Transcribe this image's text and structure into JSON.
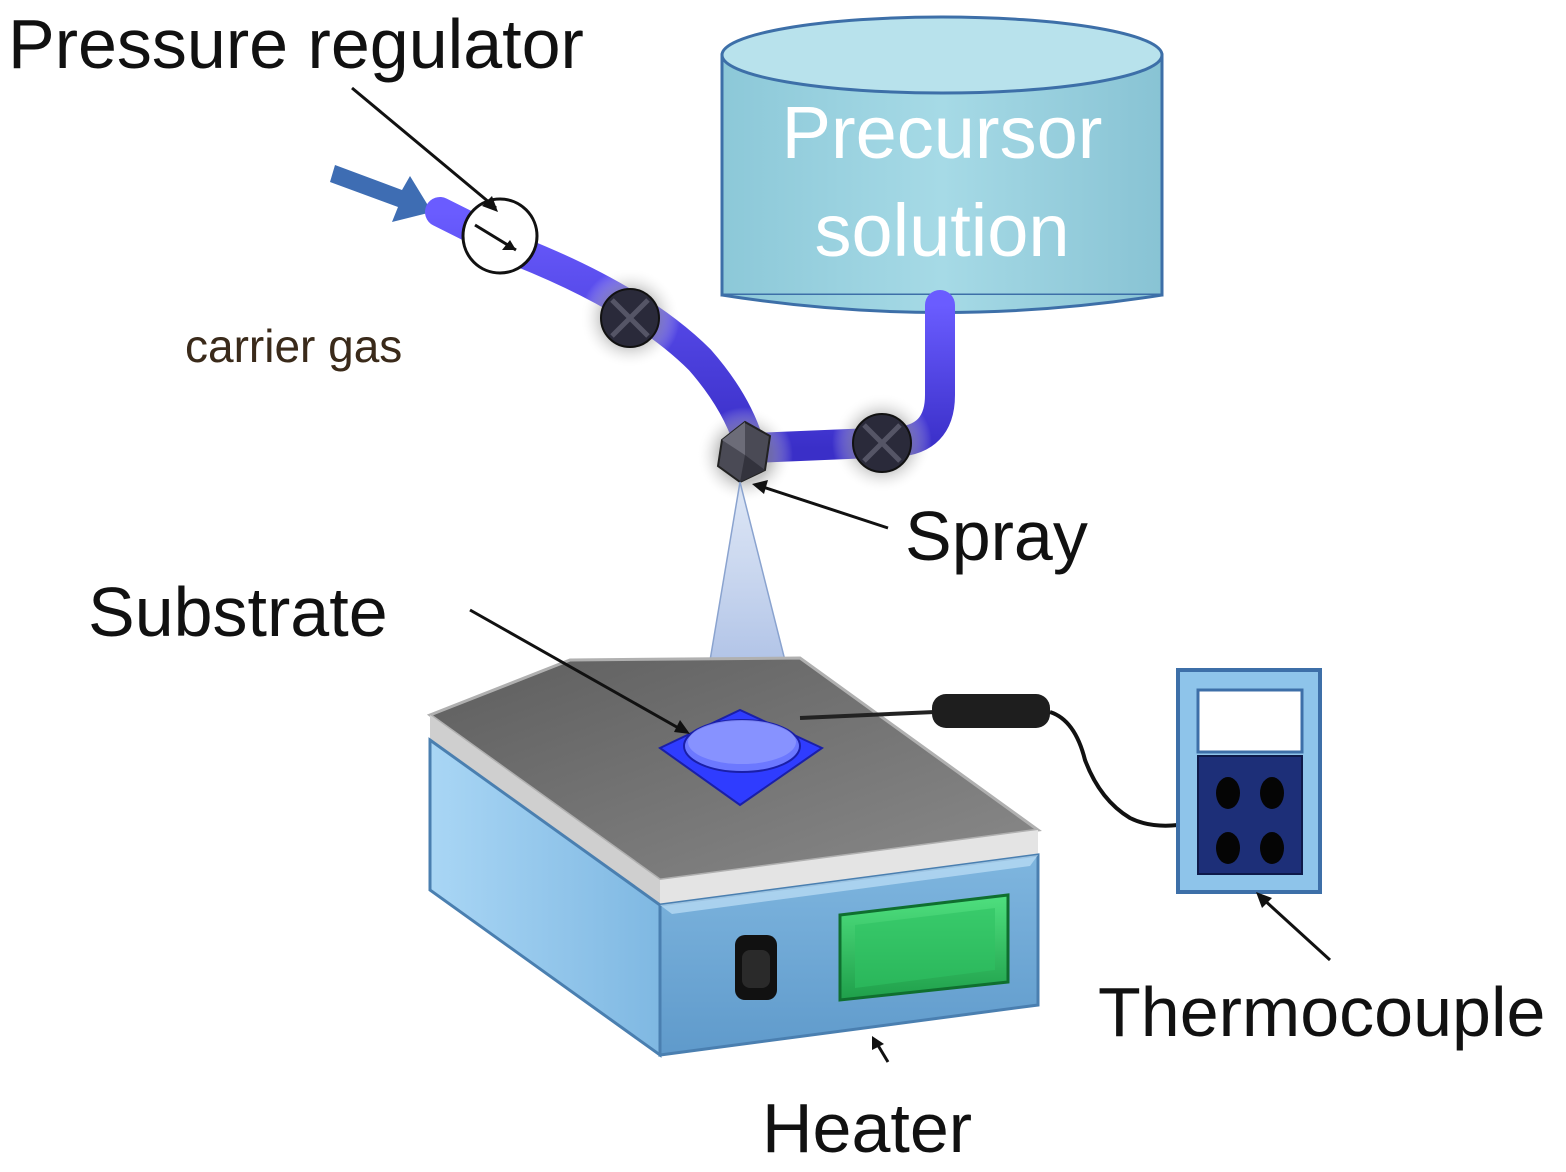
{
  "labels": {
    "pressure_regulator": "Pressure regulator",
    "tank_line1": "Precursor",
    "tank_line2": "solution",
    "carrier_gas": "carrier gas",
    "spray": "Spray",
    "substrate": "Substrate",
    "thermocouple": "Thermocouple",
    "heater": "Heater"
  },
  "colors": {
    "pipe": "#4a3fe0",
    "tank": "#9fd3e0",
    "tank_stroke": "#3d6fa8",
    "heater_body": "#8ec4ea",
    "heater_top": "#7a7a7a",
    "display": "#2fbf5f",
    "substrate": "#2f3cff",
    "meter_body": "#1d2f78",
    "arrow": "#3e6db3"
  }
}
